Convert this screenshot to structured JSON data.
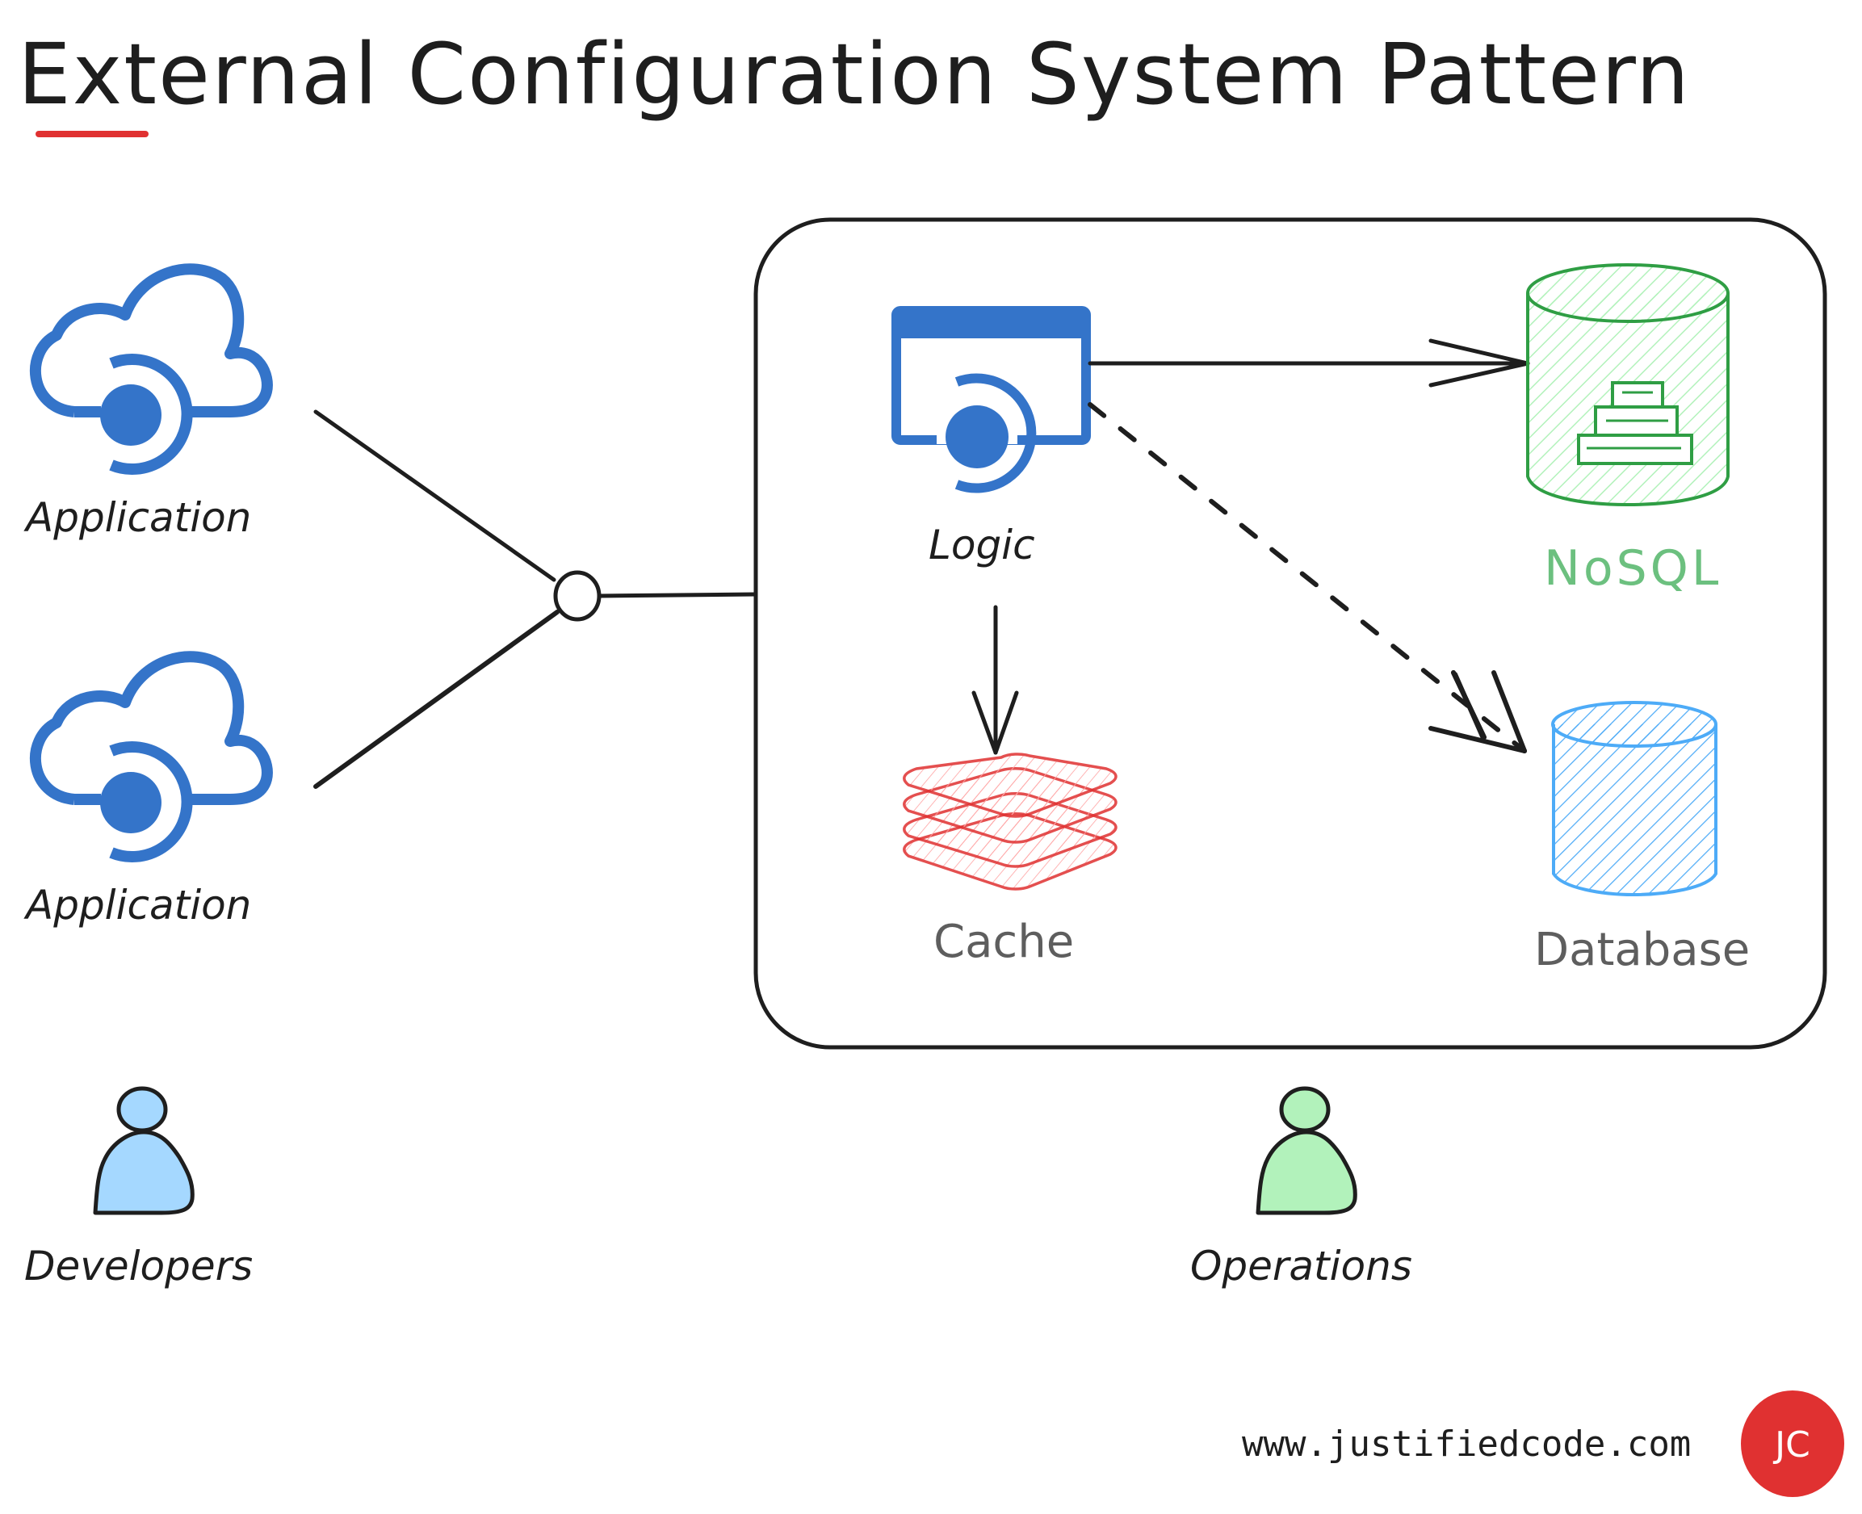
{
  "title": "External Configuration System Pattern",
  "colors": {
    "ink": "#1e1e1e",
    "accent_underline": "#e03131",
    "app_blue": "#3474c9",
    "nosql_green": "#2f9e44",
    "nosql_label": "#6cc07f",
    "nosql_hatch": "#b2f2bb",
    "cache_red": "#e03131",
    "database_blue": "#4dabf7",
    "developer_fill": "#a5d8ff",
    "operations_fill": "#b2f2bb",
    "badge_red": "#e03131",
    "muted_label": "#5e5e5e"
  },
  "nodes": {
    "application_1": {
      "label": "Application",
      "icon": "cloud-app-icon"
    },
    "application_2": {
      "label": "Application",
      "icon": "cloud-app-icon"
    },
    "junction": {
      "icon": "junction-circle"
    },
    "logic": {
      "label": "Logic",
      "icon": "app-window-icon"
    },
    "cache": {
      "label": "Cache",
      "icon": "layers-stack-icon"
    },
    "nosql": {
      "label": "NoSQL",
      "icon": "nosql-cylinder-icon"
    },
    "database": {
      "label": "Database",
      "icon": "database-cylinder-icon"
    },
    "developers": {
      "label": "Developers",
      "icon": "person-icon"
    },
    "operations": {
      "label": "Operations",
      "icon": "person-icon"
    }
  },
  "edges": [
    {
      "from": "application_1",
      "to": "junction",
      "style": "solid",
      "arrow": false
    },
    {
      "from": "application_2",
      "to": "junction",
      "style": "solid",
      "arrow": false
    },
    {
      "from": "junction",
      "to": "config_system_container",
      "style": "solid",
      "arrow": false
    },
    {
      "from": "logic",
      "to": "nosql",
      "style": "solid",
      "arrow": true
    },
    {
      "from": "logic",
      "to": "database",
      "style": "dashed",
      "arrow": true
    },
    {
      "from": "logic",
      "to": "cache",
      "style": "solid",
      "arrow": true
    }
  ],
  "footer": {
    "website": "www.justifiedcode.com",
    "badge": "JC"
  }
}
